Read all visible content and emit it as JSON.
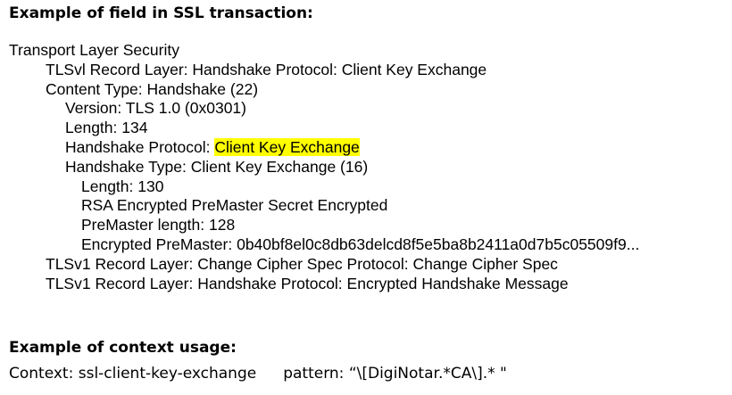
{
  "section1": {
    "heading": "Example of field in SSL transaction:"
  },
  "tree": {
    "root": "Transport Layer Security",
    "record1": "TLSvl Record Layer: Handshake Protocol: Client Key Exchange",
    "content_type": "Content Type: Handshake (22)",
    "version": "Version: TLS 1.0 (0x0301)",
    "length1": "Length: 134",
    "handshake_protocol_label": "Handshake Protocol: ",
    "handshake_protocol_value": "Client Key Exchange",
    "handshake_type": "Handshake Type: Client Key Exchange (16)",
    "length2": "Length: 130",
    "rsa": "RSA Encrypted PreMaster Secret Encrypted",
    "premaster_length": "PreMaster length: 128",
    "encrypted_premaster": "Encrypted PreMaster: 0b40bf8el0c8db63delcd8f5e5ba8b2411a0d7b5c05509f9...",
    "record2": "TLSv1 Record Layer: Change Cipher Spec Protocol: Change Cipher Spec",
    "record3": "TLSv1 Record Layer: Handshake Protocol: Encrypted Handshake Message"
  },
  "highlight_color": "#ffff00",
  "section2": {
    "heading": "Example of context usage:",
    "context": "Context: ssl-client-key-exchange",
    "pattern": "pattern: “\\[DigiNotar.*CA\\].* \""
  }
}
